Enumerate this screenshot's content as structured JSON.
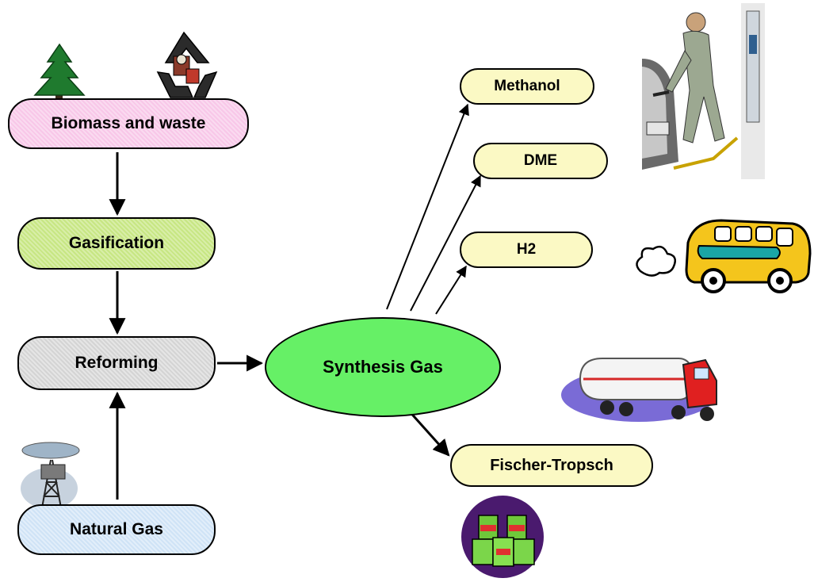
{
  "nodes": {
    "biomass": "Biomass and waste",
    "gasification": "Gasification",
    "reforming": "Reforming",
    "natural_gas": "Natural Gas",
    "synthesis_gas": "Synthesis Gas",
    "methanol": "Methanol",
    "dme": "DME",
    "h2": "H2",
    "fischer_tropsch": "Fischer-Tropsch"
  },
  "icons": {
    "biomass_tree": "pine-tree-icon",
    "biomass_recycle": "recycle-icon",
    "natural_gas": "gas-rig-icon",
    "methanol": "fuel-pump-attendant-icon",
    "h2": "bus-icon",
    "truck": "tanker-truck-icon",
    "fischer_tropsch": "fuel-barrels-icon"
  },
  "colors": {
    "biomass": "#f8c7e8",
    "gasification": "#c7e683",
    "reforming": "#d4d4d4",
    "natural_gas": "#cfe3f6",
    "synthesis_gas": "#66f066",
    "products": "#fbf9c4"
  }
}
